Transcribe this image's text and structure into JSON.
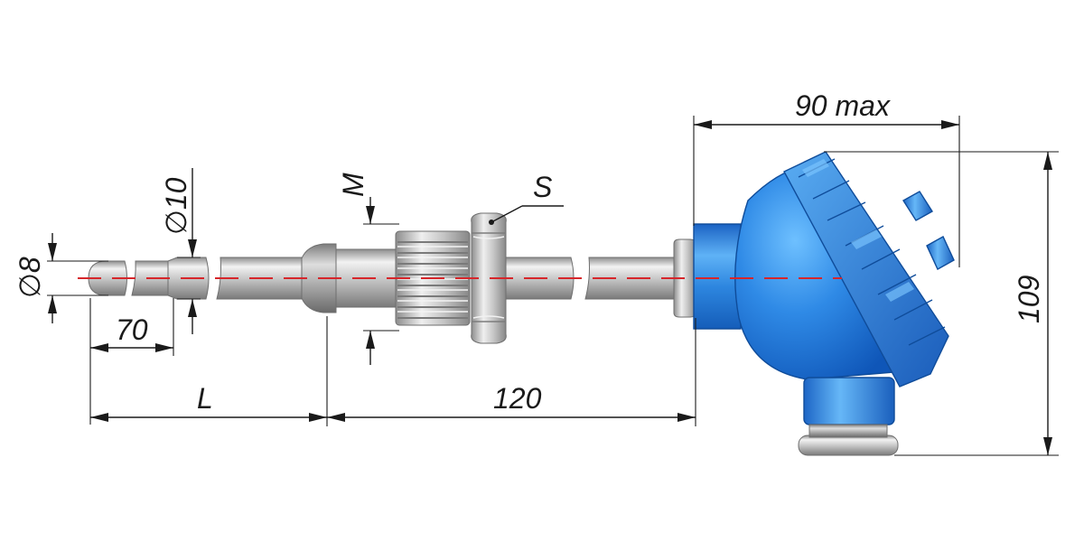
{
  "dimensions": {
    "probe_diameter": "∅8",
    "sheath_diameter": "∅10",
    "tip_length": "70",
    "immersion_length": "L",
    "extension_length": "120",
    "thread": "M",
    "wrench_size": "S",
    "head_width": "90 max",
    "head_height": "109"
  },
  "colors": {
    "steel": "#b9b9b9",
    "head_blue": "#2a86de",
    "axis_red": "#d6262b",
    "ink": "#1a1a1a"
  }
}
